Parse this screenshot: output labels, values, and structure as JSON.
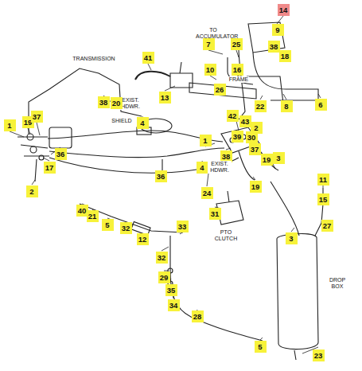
{
  "diagram": {
    "labels": [
      "14",
      "TO ACCUMULATOR",
      "9",
      "38",
      "18",
      "7",
      "25",
      "41",
      "10",
      "16",
      "26",
      "FRAME",
      "22",
      "8",
      "6",
      "TRANSMISSION",
      "13",
      "EXIST. HDWR.",
      "SHIELD",
      "38",
      "20",
      "4",
      "42",
      "43",
      "2",
      "39",
      "30",
      "1",
      "19",
      "37",
      "36",
      "17",
      "2",
      "1",
      "38",
      "37",
      "19",
      "3",
      "36",
      "4",
      "EXIST. HDWR.",
      "24",
      "19",
      "31",
      "PTO CLUTCH",
      "40",
      "21",
      "5",
      "32",
      "12",
      "33",
      "32",
      "29",
      "35",
      "34",
      "28",
      "5",
      "11",
      "15",
      "27",
      "3",
      "DROP BOX",
      "23"
    ]
  }
}
